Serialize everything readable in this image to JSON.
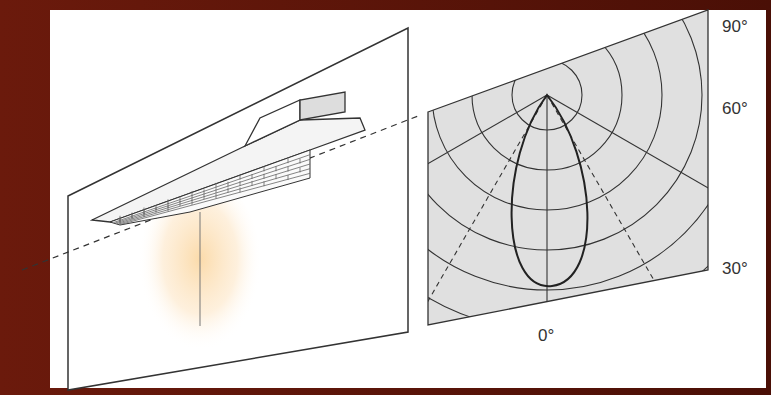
{
  "diagram": {
    "labels": [
      "90°",
      "60°",
      "30°",
      "0°"
    ]
  }
}
